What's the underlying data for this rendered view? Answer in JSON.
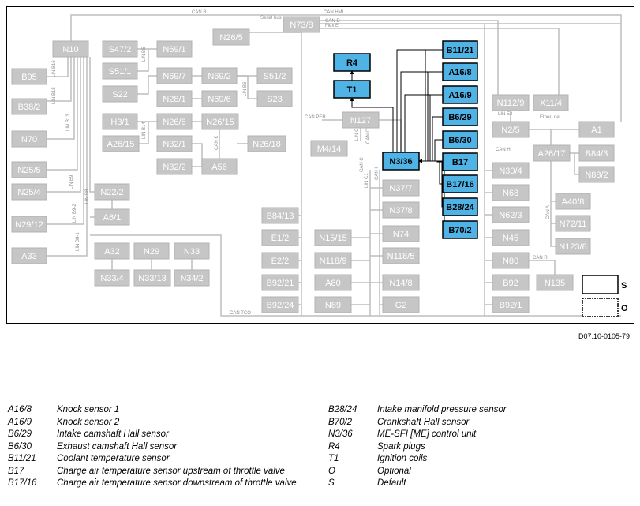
{
  "diagram": {
    "components_gray": [
      "N10",
      "S47/2",
      "N69/1",
      "S51/1",
      "S22",
      "N69/7",
      "N69/2",
      "S51/2",
      "N28/1",
      "N69/6",
      "S23",
      "H3/1",
      "N26/6",
      "N26/15",
      "A26/15",
      "N32/1",
      "N26/18",
      "N32/2",
      "A56",
      "N26/5",
      "N73/8",
      "B95",
      "B38/2",
      "N70",
      "N25/5",
      "N25/4",
      "N29/12",
      "A33",
      "N22/2",
      "A6/1",
      "A32",
      "N29",
      "N33",
      "N33/4",
      "N33/13",
      "N34/2",
      "N127",
      "M4/14",
      "N37/7",
      "N37/8",
      "N74",
      "N118/5",
      "B84/13",
      "E1/2",
      "E2/2",
      "B92/21",
      "B92/24",
      "N15/15",
      "N118/9",
      "A80",
      "N89",
      "N14/8",
      "G2",
      "N112/9",
      "X11/4",
      "N2/5",
      "A1",
      "A26/17",
      "B84/3",
      "N88/2",
      "N30/4",
      "N68",
      "N62/3",
      "N45",
      "N80",
      "B92",
      "B92/1",
      "A40/8",
      "N72/11",
      "N123/8",
      "N135"
    ],
    "components_blue": [
      "R4",
      "T1",
      "N3/36",
      "B11/21",
      "A16/8",
      "A16/9",
      "B6/29",
      "B6/30",
      "B17",
      "B17/16",
      "B28/24",
      "B70/2"
    ],
    "bus_labels": [
      "CAN B",
      "Serial bus",
      "CAN HMI",
      "CAN D",
      "Flex E",
      "LIN B16",
      "LIN B15",
      "LIN B13",
      "LIN B9",
      "LIN B9-2",
      "LIN B8-1",
      "LIN B8",
      "LIN B5",
      "LIN B6",
      "LIN B14",
      "CAN K",
      "CAN PER",
      "LIN C3",
      "CAN C1",
      "CAN C",
      "LIN C1",
      "CAN I",
      "LIN E2",
      "Ether- net",
      "CAN H",
      "CAN A",
      "CAN R",
      "CAN TCO"
    ],
    "key": {
      "default": "S",
      "optional": "O"
    },
    "doc_ref": "D07.10-0105-79"
  },
  "legend_left": [
    {
      "code": "A16/8",
      "desc": "Knock sensor 1"
    },
    {
      "code": "A16/9",
      "desc": "Knock sensor 2"
    },
    {
      "code": "B6/29",
      "desc": "Intake camshaft Hall sensor"
    },
    {
      "code": "B6/30",
      "desc": "Exhaust camshaft Hall sensor"
    },
    {
      "code": "B11/21",
      "desc": "Coolant temperature sensor"
    },
    {
      "code": "B17",
      "desc": "Charge air temperature sensor upstream of throttle valve"
    },
    {
      "code": "B17/16",
      "desc": "Charge air temperature sensor downstream of throttle valve"
    }
  ],
  "legend_right": [
    {
      "code": "B28/24",
      "desc": "Intake manifold pressure sensor"
    },
    {
      "code": "B70/2",
      "desc": "Crankshaft Hall sensor"
    },
    {
      "code": "N3/36",
      "desc": "ME-SFI [ME] control unit"
    },
    {
      "code": "R4",
      "desc": "Spark plugs"
    },
    {
      "code": "T1",
      "desc": "Ignition coils"
    },
    {
      "code": "O",
      "desc": "Optional"
    },
    {
      "code": "S",
      "desc": "Default"
    }
  ],
  "colors": {
    "gray_box": "#c6c6c6",
    "gray_text": "#ffffff",
    "gray_line": "#bdbdbd",
    "blue_box": "#4fb3e6",
    "dark_line": "#000000"
  }
}
